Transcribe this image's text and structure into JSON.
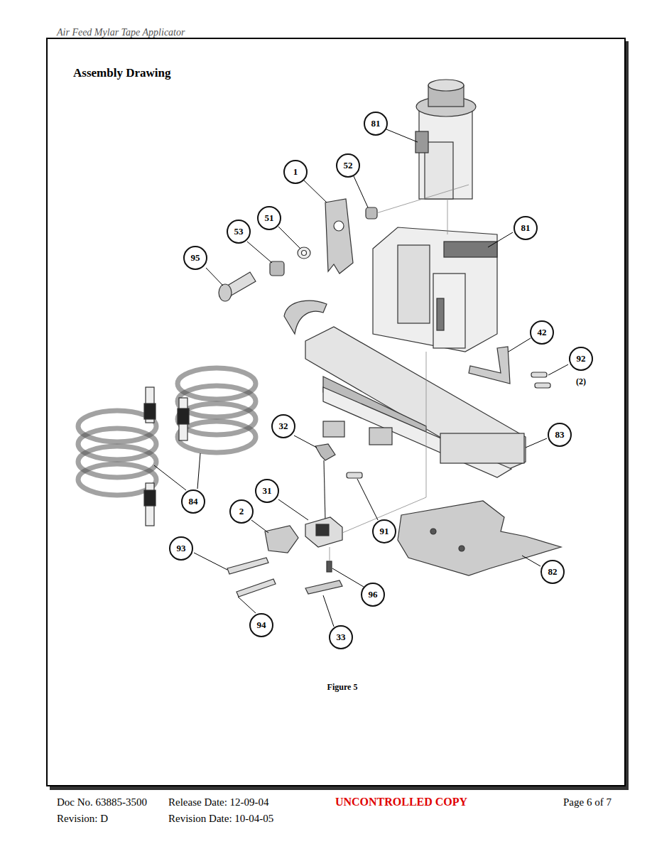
{
  "diagram": {
    "title": "Assembly Drawing",
    "caption": "Figure 5",
    "nodes": [
      {
        "text": [
          "81"
        ]
      },
      {
        "text": [
          "1"
        ]
      },
      {
        "text": [
          "52"
        ]
      },
      {
        "text": [
          "51"
        ]
      },
      {
        "text": [
          "53"
        ]
      },
      {
        "text": [
          "81"
        ]
      },
      {
        "text": [
          "95"
        ]
      },
      {
        "text": [
          "42"
        ]
      },
      {
        "text": [
          "92"
        ]
      },
      {
        "text": [
          "32"
        ]
      },
      {
        "text": [
          "83"
        ]
      },
      {
        "text": [
          "84"
        ]
      },
      {
        "text": [
          "31"
        ]
      },
      {
        "text": [
          "2"
        ]
      },
      {
        "text": [
          "91"
        ]
      },
      {
        "text": [
          "93"
        ]
      },
      {
        "text": [
          "82"
        ]
      },
      {
        "text": [
          "96"
        ]
      },
      {
        "text": [
          "94"
        ]
      },
      {
        "text": [
          "33"
        ]
      }
    ],
    "labels": [
      "Air Feed Mylar Tape Applicator",
      "(2)",
      "Doc No. 63885-3500",
      "Release Date: 12-09-04",
      "UNCONTROLLED COPY",
      "Page 6 of 7",
      "Revision: D",
      "Revision Date: 10-04-05"
    ]
  }
}
